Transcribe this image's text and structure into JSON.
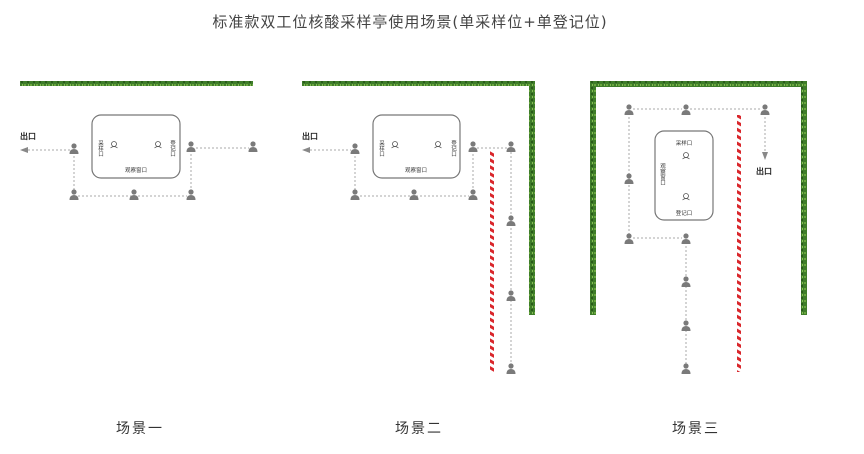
{
  "title": "标准款双工位核酸采样亭使用场景(单采样位+单登记位)",
  "exit_label": "出口",
  "booth_labels": {
    "sampling": "采样口",
    "register": "登记口",
    "observation": "观察窗口"
  },
  "scenes": [
    {
      "caption": "场景一"
    },
    {
      "caption": "场景二"
    },
    {
      "caption": "场景三"
    }
  ],
  "colors": {
    "grass": "#3f7d2a",
    "rope": "#d9262b",
    "person": "#7a7a7a"
  }
}
